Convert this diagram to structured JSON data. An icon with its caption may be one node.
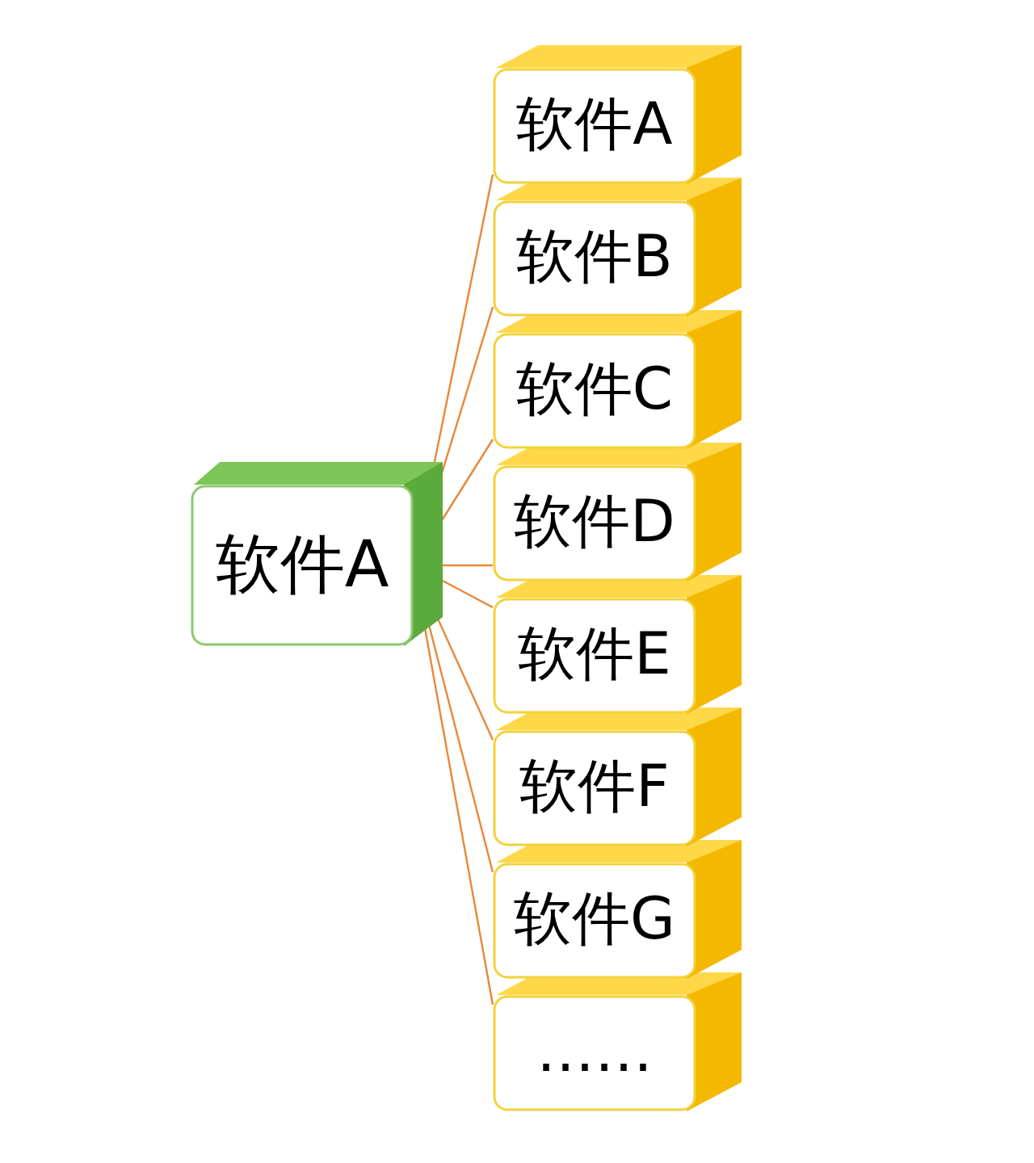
{
  "diagram": {
    "nodes": [
      {
        "text": [
          "软件A"
        ]
      },
      {
        "text": [
          "软件A"
        ]
      },
      {
        "text": [
          "软件B"
        ]
      },
      {
        "text": [
          "软件C"
        ]
      },
      {
        "text": [
          "软件D"
        ]
      },
      {
        "text": [
          "软件E"
        ]
      },
      {
        "text": [
          "软件F"
        ]
      },
      {
        "text": [
          "软件G"
        ]
      },
      {
        "text": [
          "……"
        ]
      }
    ],
    "edges": [
      {
        "from": 0,
        "to": 1,
        "arrow": "none"
      },
      {
        "from": 0,
        "to": 2,
        "arrow": "none"
      },
      {
        "from": 0,
        "to": 3,
        "arrow": "none"
      },
      {
        "from": 0,
        "to": 4,
        "arrow": "none"
      },
      {
        "from": 0,
        "to": 5,
        "arrow": "none"
      },
      {
        "from": 0,
        "to": 6,
        "arrow": "none"
      },
      {
        "from": 0,
        "to": 7,
        "arrow": "none"
      },
      {
        "from": 0,
        "to": 8,
        "arrow": "none"
      }
    ]
  }
}
